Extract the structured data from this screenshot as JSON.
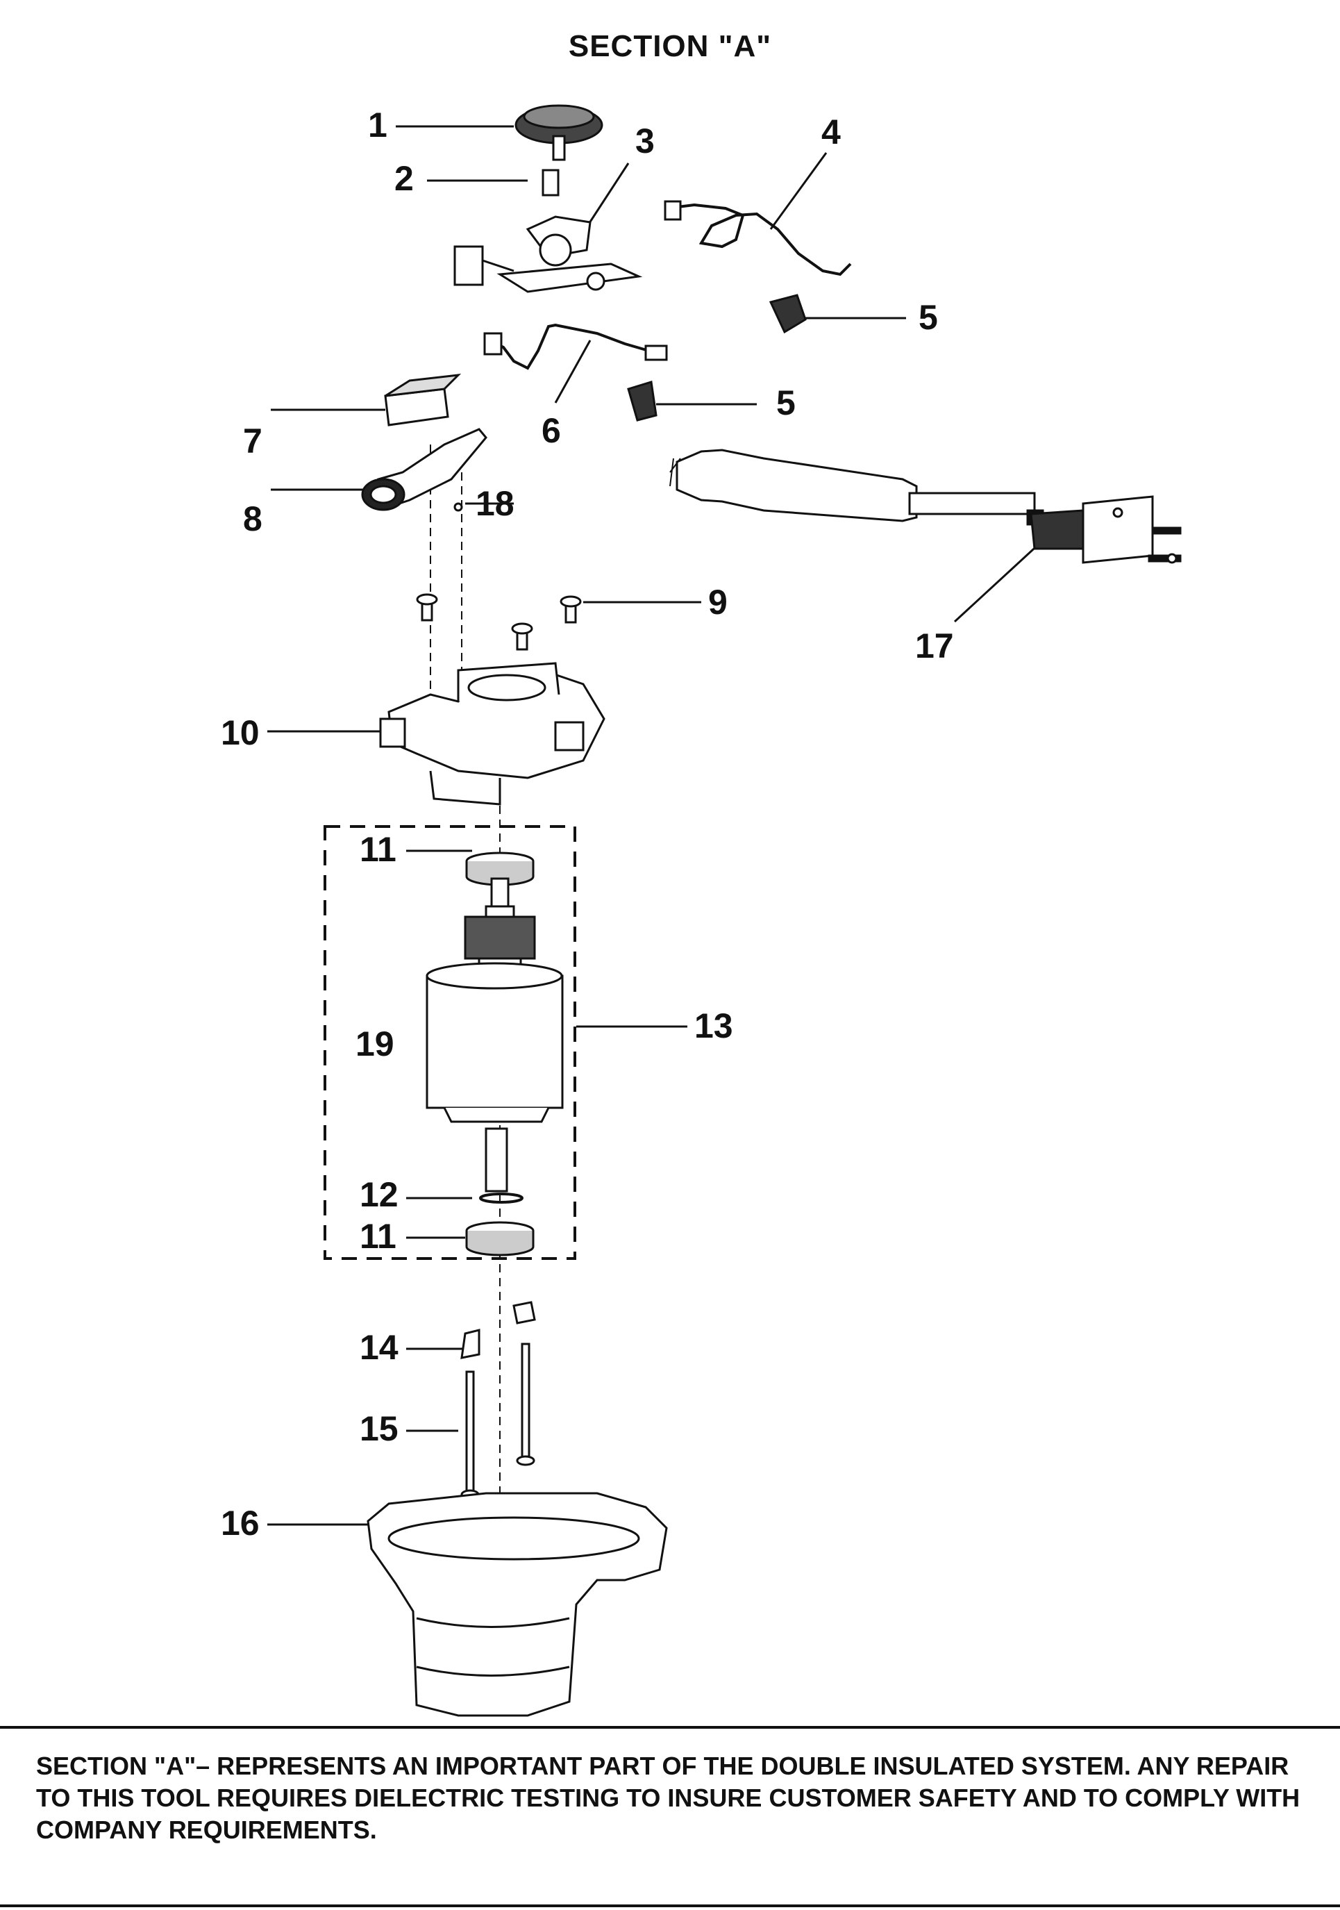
{
  "title": "SECTION \"A\"",
  "callouts": {
    "c1": "1",
    "c2": "2",
    "c3": "3",
    "c4": "4",
    "c5a": "5",
    "c5b": "5",
    "c6": "6",
    "c7": "7",
    "c8": "8",
    "c9": "9",
    "c10": "10",
    "c11a": "11",
    "c11b": "11",
    "c12": "12",
    "c13": "13",
    "c14": "14",
    "c15": "15",
    "c16": "16",
    "c17": "17",
    "c18": "18",
    "c19": "19"
  },
  "footnote": "SECTION \"A\"– REPRESENTS AN IMPORTANT PART OF THE DOUBLE INSULATED SYSTEM. ANY REPAIR TO THIS TOOL REQUIRES DIELECTRIC TESTING TO INSURE CUSTOMER SAFETY AND TO COMPLY WITH COMPANY REQUIREMENTS."
}
